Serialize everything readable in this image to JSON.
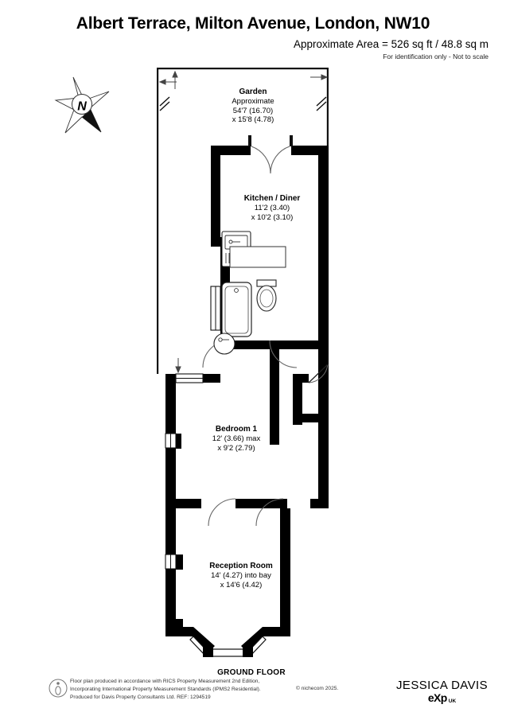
{
  "header": {
    "title": "Albert Terrace, Milton Avenue, London, NW10",
    "area": "Approximate Area = 526 sq ft / 48.8 sq m",
    "identification": "For identification only - Not to scale"
  },
  "compass": {
    "label": "N",
    "name": "north-arrow"
  },
  "rooms": [
    {
      "key": "garden",
      "name": "Garden",
      "line2": "Approximate",
      "dim1": "54'7 (16.70)",
      "dim2": "x 15'8 (4.78)"
    },
    {
      "key": "kitchen",
      "name": "Kitchen / Diner",
      "dim1": "11'2 (3.40)",
      "dim2": "x 10'2 (3.10)"
    },
    {
      "key": "bedroom",
      "name": "Bedroom 1",
      "dim1": "12' (3.66) max",
      "dim2": "x 9'2 (2.79)"
    },
    {
      "key": "reception",
      "name": "Reception Room",
      "dim1": "14' (4.27) into bay",
      "dim2": "x 14'6 (4.42)"
    }
  ],
  "footer": {
    "floor_caption": "GROUND FLOOR",
    "disclaimer_line1": "Floor plan produced in accordance with RICS Property Measurement 2nd Edition,",
    "disclaimer_line2": "Incorporating International Property Measurement Standards (IPMS2 Residential).",
    "disclaimer_line3": "Produced for Davis Property Consultants Ltd.   REF: 1294519",
    "copyright": "© nichecom 2025.",
    "brand_name": "JESSICA DAVIS",
    "brand_sub": "eXp",
    "brand_region": "UK"
  },
  "colors": {
    "wall": "#000000",
    "background": "#ffffff",
    "thin_line": "#1a1a1a",
    "door_arc": "#555555"
  }
}
